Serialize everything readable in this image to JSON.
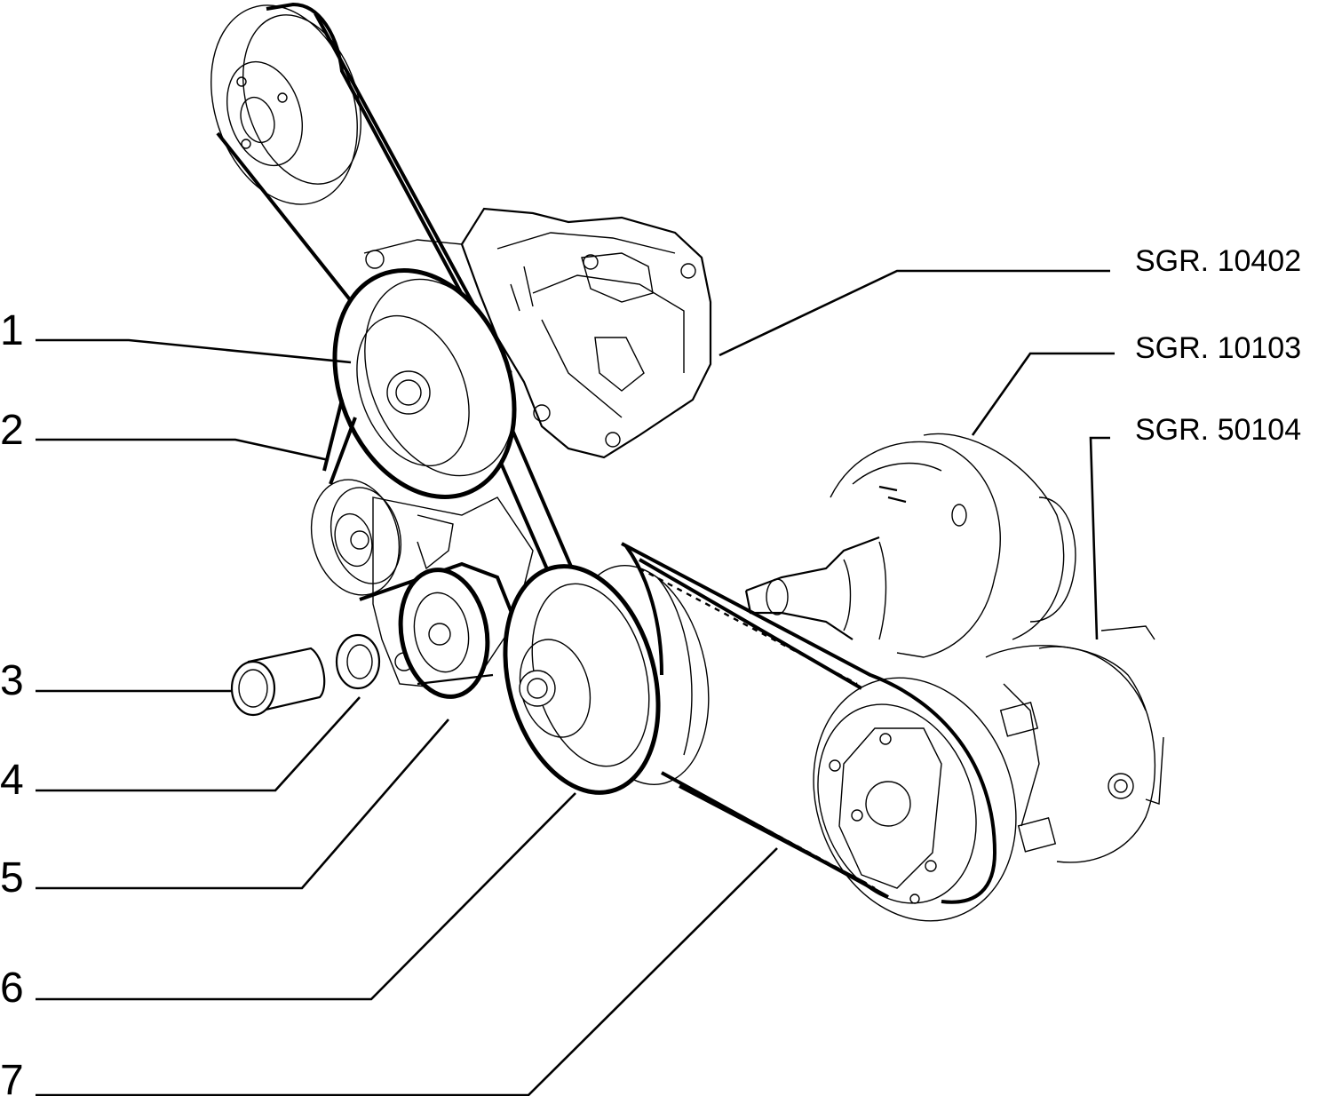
{
  "callouts": [
    {
      "id": "1",
      "label": "1"
    },
    {
      "id": "2",
      "label": "2"
    },
    {
      "id": "3",
      "label": "3"
    },
    {
      "id": "4",
      "label": "4"
    },
    {
      "id": "5",
      "label": "5"
    },
    {
      "id": "6",
      "label": "6"
    },
    {
      "id": "7",
      "label": "7"
    }
  ],
  "references": [
    {
      "id": "10402",
      "label": "SGR. 10402"
    },
    {
      "id": "10103",
      "label": "SGR. 10103"
    },
    {
      "id": "50104",
      "label": "SGR. 50104"
    }
  ]
}
